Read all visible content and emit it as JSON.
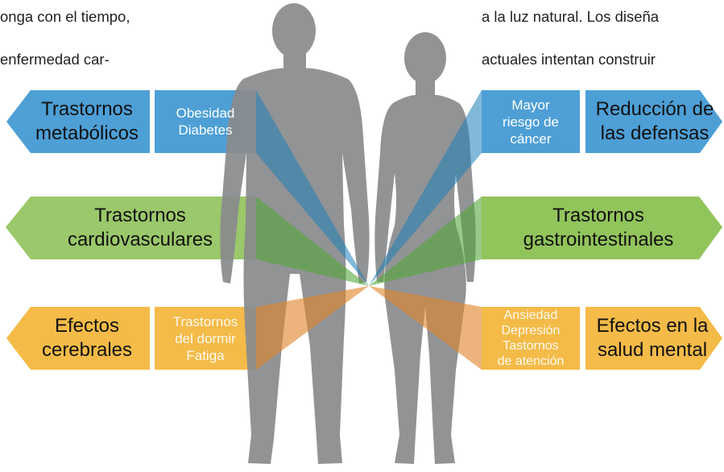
{
  "text_snippets": {
    "left_line_1": "onga con el tiempo,",
    "left_line_2": "enfermedad car-",
    "right_line_1": "a la luz natural. Los diseña",
    "right_line_2": "actuales intentan construir"
  },
  "colors": {
    "blue": "#4d9fd6",
    "green": "#9ac86a",
    "orange": "#f4bb48",
    "figure": "#8a8b8d"
  },
  "rows": {
    "top": {
      "left_title": "Trastornos\nmetabólicos",
      "left_sub": "Obesidad\nDiabetes",
      "right_sub": "Mayor\nriesgo de\ncáncer",
      "right_title": "Reducción de\nlas defensas"
    },
    "middle": {
      "left_title": "Trastornos\ncardiovasculares",
      "right_title": "Trastornos\ngastrointestinales"
    },
    "bottom": {
      "left_title": "Efectos\ncerebrales",
      "left_sub": "Trastornos\ndel dormir\nFatiga",
      "right_sub": "Ansiedad\nDepresión\nTastornos\nde atención",
      "right_title": "Efectos en la\nsalud mental"
    }
  }
}
